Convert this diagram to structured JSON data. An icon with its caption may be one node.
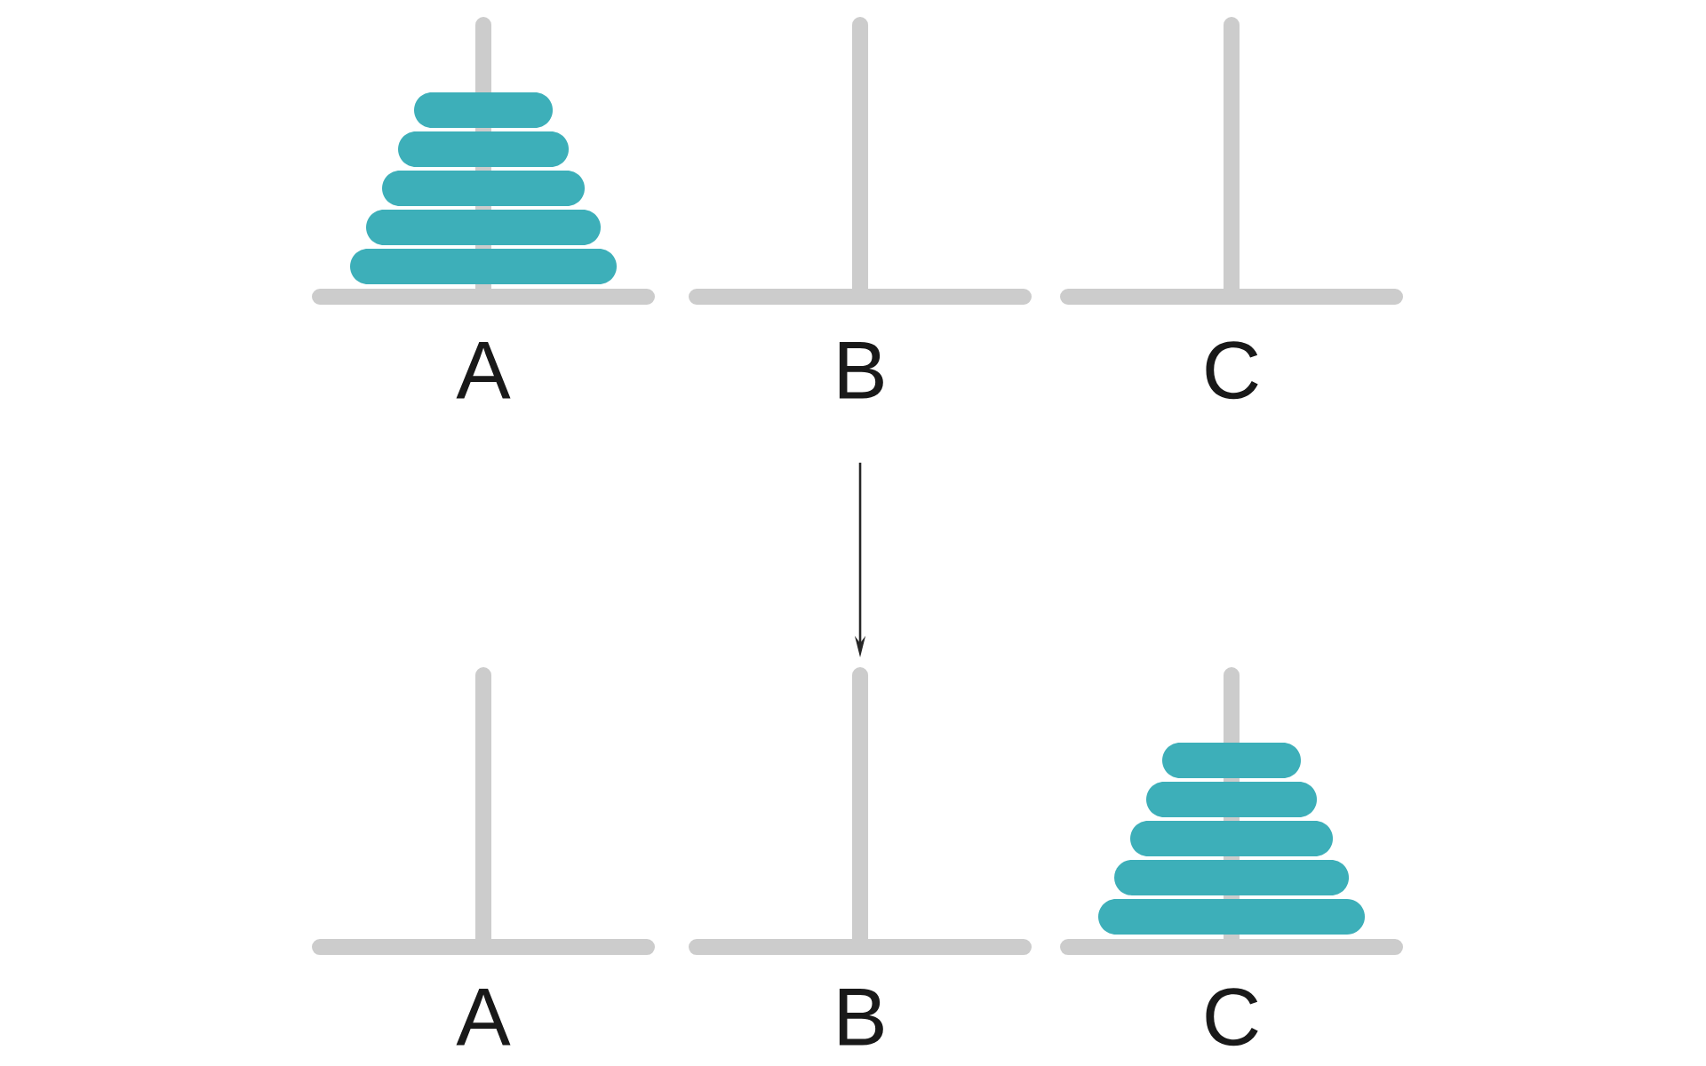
{
  "diagram": {
    "nodes": [
      {
        "text": [
          "A"
        ]
      },
      {
        "text": [],
        "shape": "bar",
        "in": 0
      },
      {
        "text": [],
        "shape": "bar",
        "in": 0
      },
      {
        "text": [],
        "shape": "bar",
        "in": 0
      },
      {
        "text": [],
        "shape": "bar",
        "in": 0
      },
      {
        "text": [],
        "shape": "bar",
        "in": 0
      },
      {
        "text": [
          "B"
        ]
      },
      {
        "text": [
          "C"
        ]
      },
      {
        "text": [
          "A"
        ]
      },
      {
        "text": [
          "B"
        ]
      },
      {
        "text": [
          "C"
        ]
      },
      {
        "text": [],
        "shape": "bar",
        "in": 10
      },
      {
        "text": [],
        "shape": "bar",
        "in": 10
      },
      {
        "text": [],
        "shape": "bar",
        "in": 10
      },
      {
        "text": [],
        "shape": "bar",
        "in": 10
      },
      {
        "text": [],
        "shape": "bar",
        "in": 10
      }
    ],
    "edges": [
      {
        "from": 6,
        "to": 9,
        "arrow": "to"
      }
    ]
  }
}
